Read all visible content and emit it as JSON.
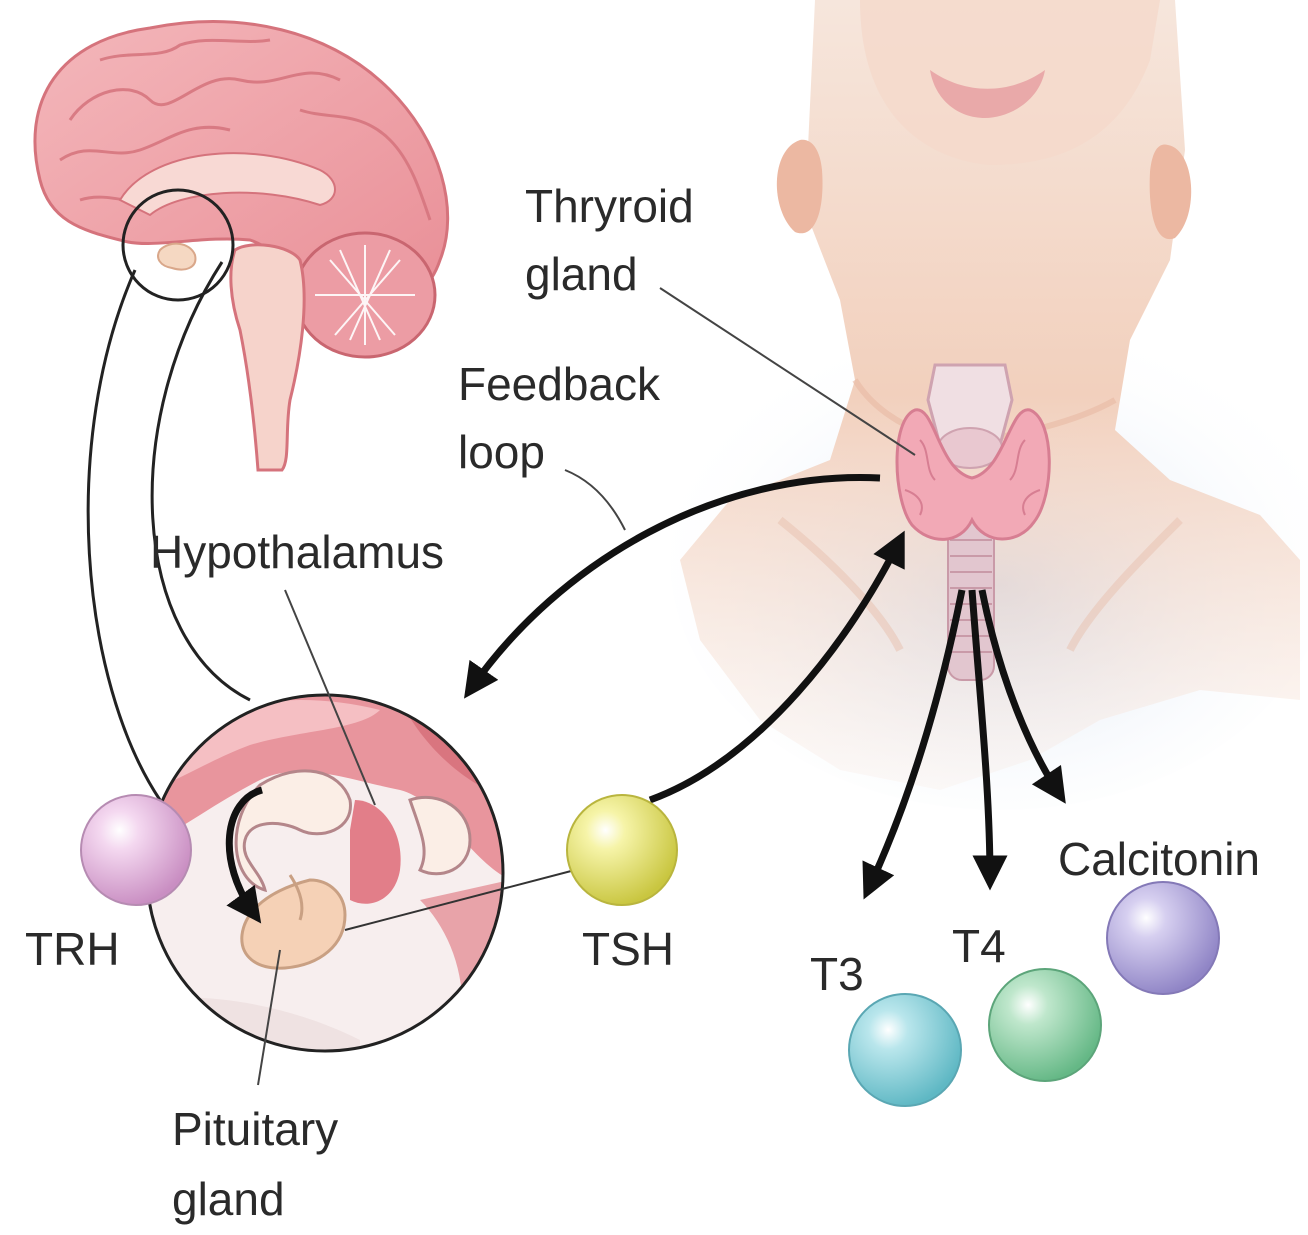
{
  "labels": {
    "thyroid_line1": "Thryroid",
    "thyroid_line2": "gland",
    "feedback_line1": "Feedback",
    "feedback_line2": "loop",
    "hypothalamus": "Hypothalamus",
    "trh": "TRH",
    "tsh": "TSH",
    "pituitary_line1": "Pituitary",
    "pituitary_line2": "gland",
    "t3": "T3",
    "t4": "T4",
    "calcitonin": "Calcitonin"
  },
  "colors": {
    "trh_sphere": "#e6b6e0",
    "tsh_sphere": "#eeec7a",
    "t3_sphere": "#8ed3dc",
    "t4_sphere": "#93d3ac",
    "calcitonin_sphere": "#b7abdc",
    "brain": "#f0a9ae",
    "thyroid": "#f2a9b6",
    "skin": "#f3d3c0"
  },
  "icons": {
    "brain": "brain-icon",
    "neck": "neck-icon",
    "thyroid": "thyroid-icon"
  }
}
